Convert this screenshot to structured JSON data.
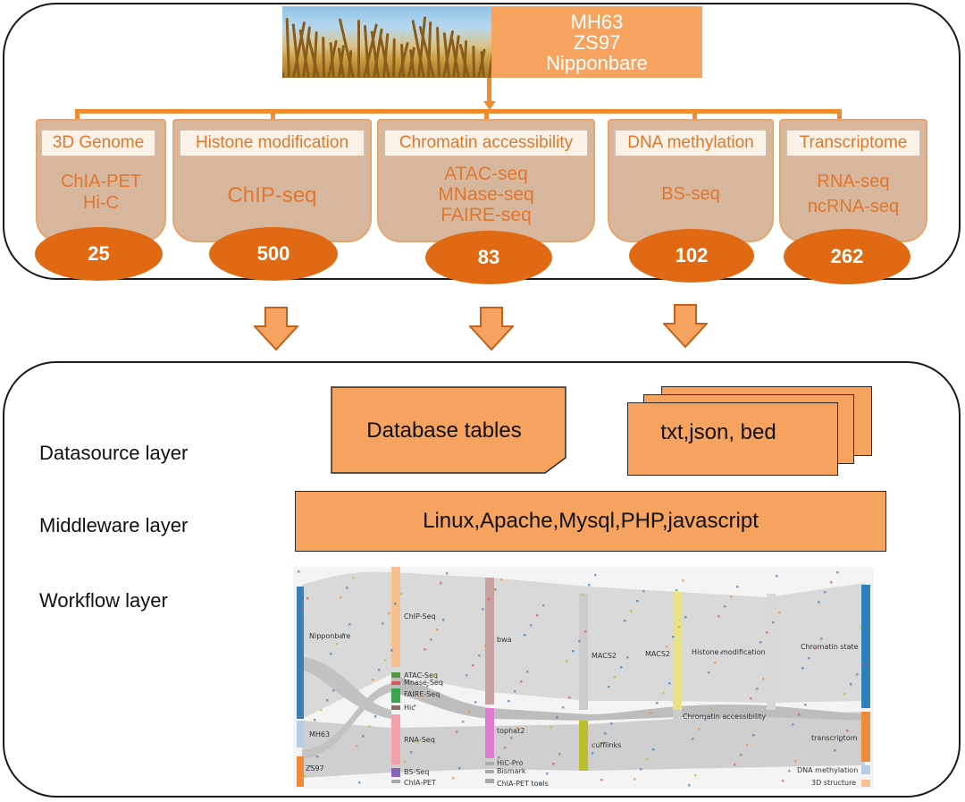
{
  "cultivars": [
    "MH63",
    "ZS97",
    "Nipponbare"
  ],
  "omics": [
    {
      "title": "3D Genome",
      "methods": [
        "ChIA-PET",
        "Hi-C"
      ],
      "count": "25"
    },
    {
      "title": "Histone modification",
      "methods": [
        "ChIP-seq"
      ],
      "count": "500"
    },
    {
      "title": "Chromatin accessibility",
      "methods": [
        "ATAC-seq",
        "MNase-seq",
        "FAIRE-seq"
      ],
      "count": "83"
    },
    {
      "title": "DNA methylation",
      "methods": [
        "BS-seq"
      ],
      "count": "102"
    },
    {
      "title": "Transcriptome",
      "methods": [
        "RNA-seq",
        "ncRNA-seq"
      ],
      "count": "262"
    }
  ],
  "layers": {
    "datasource": "Datasource layer",
    "middleware": "Middleware layer",
    "workflow": "Workflow layer"
  },
  "datasource": {
    "database": "Database tables",
    "files": "txt,json, bed"
  },
  "middleware": {
    "stack": "Linux,Apache,Mysql,PHP,javascript"
  },
  "workflow": {
    "nodes": [
      {
        "label": "Nipponbare",
        "color": "#3d7fb5"
      },
      {
        "label": "MH63",
        "color": "#b7cde6"
      },
      {
        "label": "ZS97",
        "color": "#f08a3a"
      },
      {
        "label": "ChIP-Seq",
        "color": "#f8c08f"
      },
      {
        "label": "ATAC-Seq",
        "color": "#4f9a3e"
      },
      {
        "label": "Mnase-Seq",
        "color": "#d65a5a"
      },
      {
        "label": "FAIRE-Seq",
        "color": "#3aa64a"
      },
      {
        "label": "Hic",
        "color": "#8c6e63"
      },
      {
        "label": "RNA-Seq",
        "color": "#f4a0a8"
      },
      {
        "label": "BS-Seq",
        "color": "#8a62bf"
      },
      {
        "label": "ChIA-PET",
        "color": "#aaaaaa"
      },
      {
        "label": "bwa",
        "color": "#c9a2a0"
      },
      {
        "label": "tophat2",
        "color": "#e07ad0"
      },
      {
        "label": "HiC-Pro",
        "color": "#aaaaaa"
      },
      {
        "label": "Bismark",
        "color": "#aaaaaa"
      },
      {
        "label": "ChIA-PET tools",
        "color": "#aaaaaa"
      },
      {
        "label": "MACS2",
        "color": "#cccccc"
      },
      {
        "label": "MACS2",
        "color": "#d8d8d8"
      },
      {
        "label": "cufflinks",
        "color": "#b8bf2a"
      },
      {
        "label": "Histone modification",
        "color": "#e8e28c"
      },
      {
        "label": "Chromatin accessibility",
        "color": "#cccccc"
      },
      {
        "label": "Chromatin state",
        "color": "#2e80b8"
      },
      {
        "label": "transcriptom",
        "color": "#f08a3a"
      },
      {
        "label": "DNA methylation",
        "color": "#b7cde6"
      },
      {
        "label": "3D structure",
        "color": "#f8c08f"
      }
    ]
  },
  "colors": {
    "accent": "#f28a2e",
    "box_fill": "#f5a35f",
    "ellipse": "#e06a14",
    "card": "#d7b89f"
  }
}
